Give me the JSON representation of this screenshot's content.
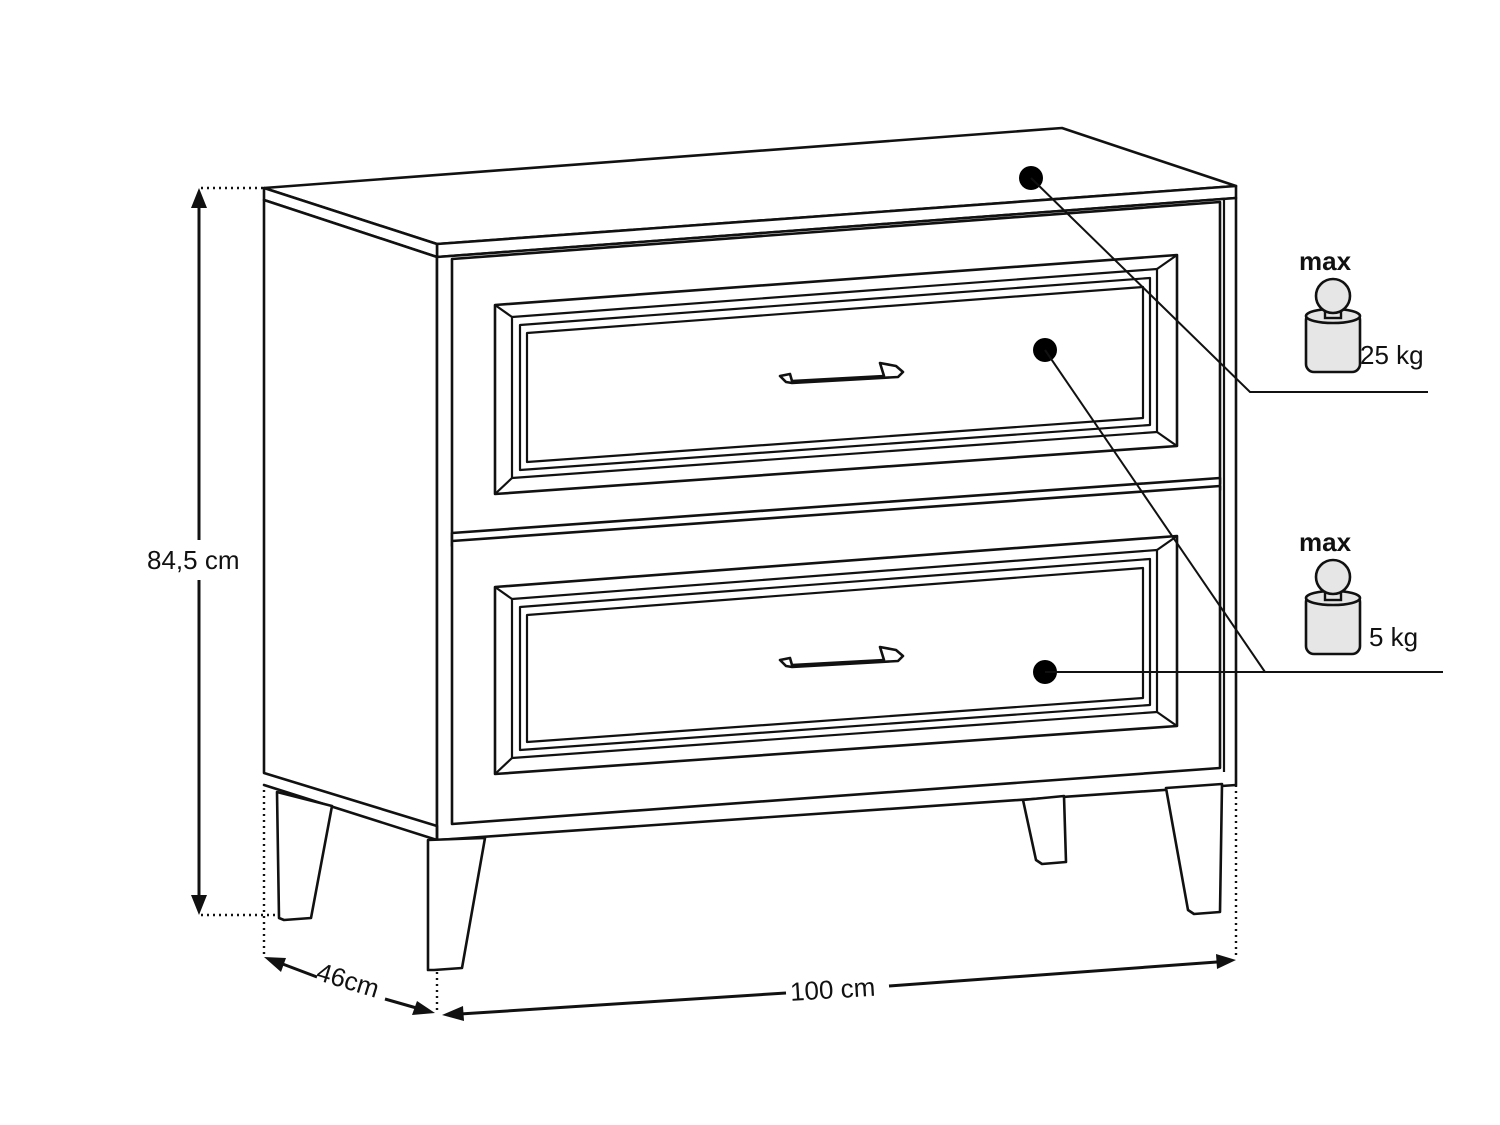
{
  "dimensions": {
    "height": "84,5 cm",
    "depth": "46cm",
    "width": "100 cm"
  },
  "load_limits": [
    {
      "prefix": "max",
      "value": "25 kg"
    },
    {
      "prefix": "max",
      "value": "5 kg"
    }
  ],
  "icons": {
    "weight": "weight-icon",
    "handle": "drawer-handle-icon"
  },
  "colors": {
    "line": "#111111",
    "weight_fill": "#e6e6e6",
    "background": "#ffffff"
  }
}
